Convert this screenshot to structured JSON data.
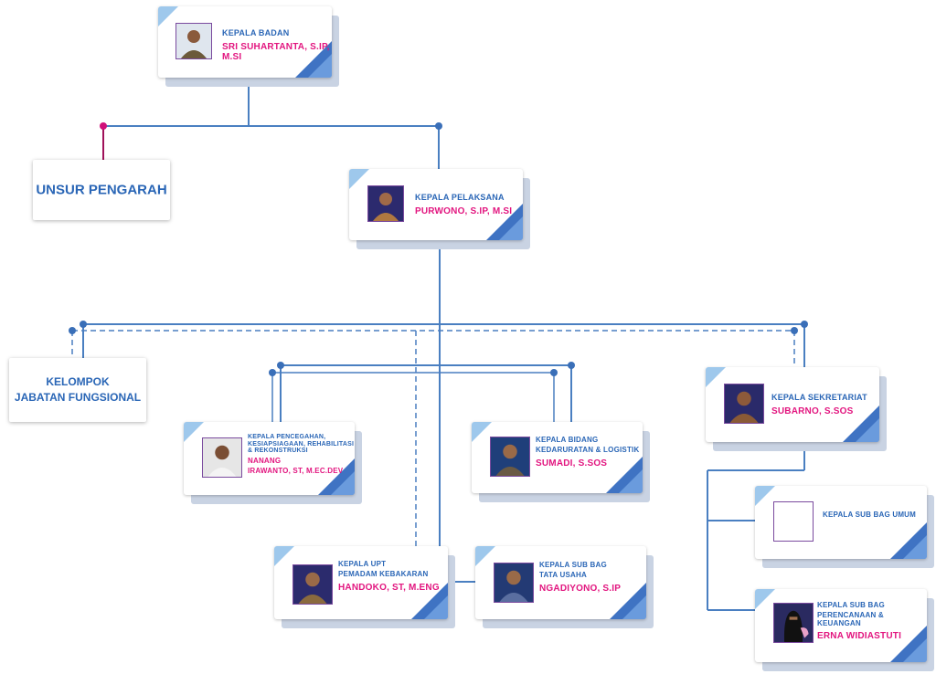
{
  "kepala_badan": {
    "role": "KEPALA BADAN",
    "name": "SRI SUHARTANTA, S.IP, M.SI",
    "photo_icon": "person-photo-icon"
  },
  "unsur_pengarah": {
    "label": "UNSUR PENGARAH"
  },
  "kepala_pelaksana": {
    "role": "KEPALA PELAKSANA",
    "name": "PURWONO, S.IP, M.SI",
    "photo_icon": "person-photo-icon"
  },
  "kelompok_jabatan": {
    "line1": "KELOMPOK",
    "line2": "JABATAN FUNGSIONAL"
  },
  "kepala_pencegahan": {
    "role_lines": [
      "KEPALA PENCEGAHAN,",
      "KESIAPSIAGAAN, REHABILITASI",
      "& REKONSTRUKSI"
    ],
    "name_lines": [
      "NANANG",
      "IRAWANTO, ST, M.EC.DEV"
    ]
  },
  "kepala_kedaruratan": {
    "role_lines": [
      "KEPALA BIDANG",
      "KEDARURATAN & LOGISTIK"
    ],
    "name": "SUMADI, S.SOS"
  },
  "kepala_sekretariat": {
    "role": "KEPALA SEKRETARIAT",
    "name": "SUBARNO, S.SOS"
  },
  "kepala_upt": {
    "role_lines": [
      "KEPALA UPT",
      "PEMADAM KEBAKARAN"
    ],
    "name": "HANDOKO, ST, M.ENG"
  },
  "kepala_tata_usaha": {
    "role_lines": [
      "KEPALA SUB BAG",
      "TATA USAHA"
    ],
    "name": "NGADIYONO, S.IP"
  },
  "kepala_umum": {
    "role": "KEPALA SUB BAG UMUM"
  },
  "kepala_perencanaan": {
    "role_lines": [
      "KEPALA SUB BAG",
      "PERENCANAAN & KEUANGAN"
    ],
    "name": "ERNA WIDIASTUTI"
  },
  "colors": {
    "accent_blue": "#2a66b6",
    "name_pink": "#e2157f",
    "line_blue": "#4a7fc1",
    "photo_border": "#7a4a9e"
  }
}
